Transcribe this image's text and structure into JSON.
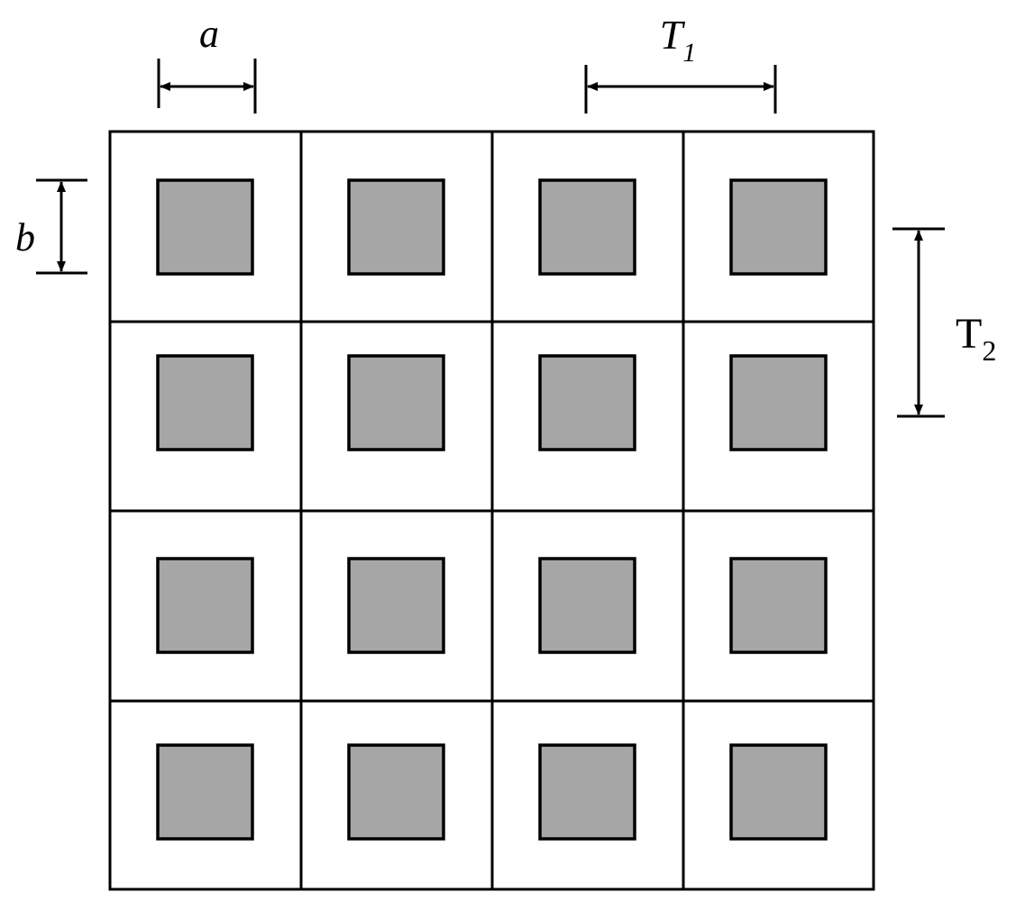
{
  "labels": {
    "a": "a",
    "b": "b",
    "t1_main": "T",
    "t1_sub": "1",
    "t2_main": "T",
    "t2_sub": "2"
  },
  "grid": {
    "rows": 4,
    "cols": 4
  },
  "colors": {
    "background": "#ffffff",
    "line": "#000000",
    "inclusion_fill": "#a6a6a6"
  }
}
